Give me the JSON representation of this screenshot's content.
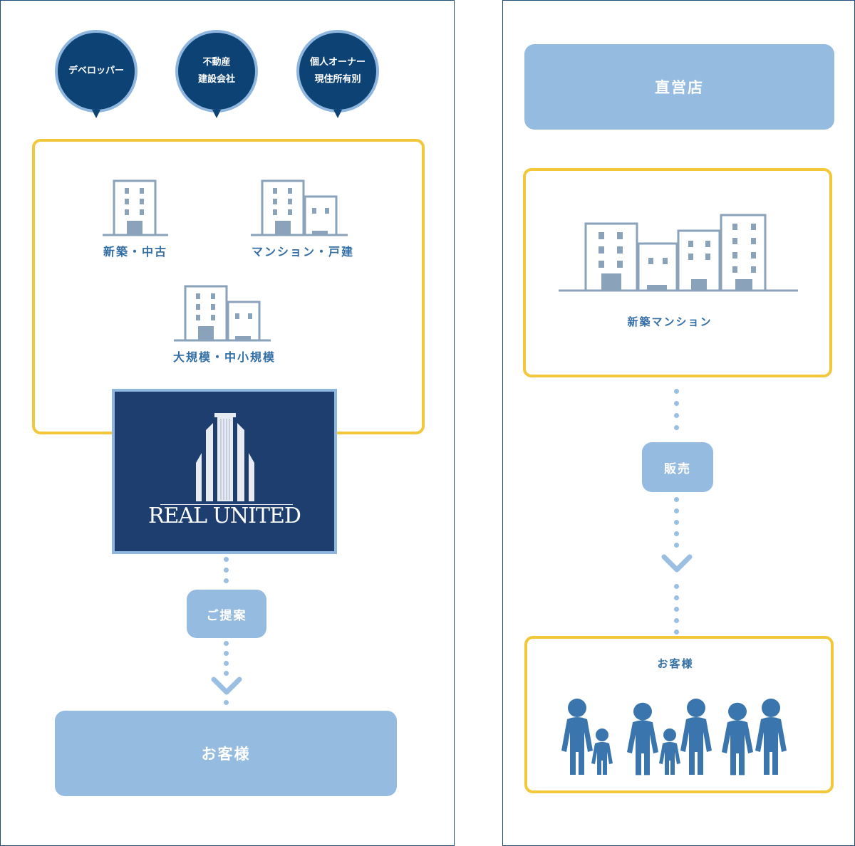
{
  "left": {
    "bubbles": [
      {
        "lines": [
          "デベロッパー"
        ]
      },
      {
        "lines": [
          "不動産",
          "建設会社"
        ]
      },
      {
        "lines": [
          "個人オーナー",
          "現住所有別"
        ]
      }
    ],
    "categories": [
      "新築・中古",
      "マンション・戸建",
      "大規模・中小規模"
    ],
    "logo_text": "REAL UNITED",
    "proposal_label": "ご提案",
    "customer_label": "お客様"
  },
  "right": {
    "direct_store_label": "直営店",
    "new_mansion_label": "新築マンション",
    "sales_label": "販売",
    "customer_label": "お客様"
  },
  "colors": {
    "navy": "#0d4275",
    "logo_bg": "#1d3e6f",
    "light_blue": "#95bbe0",
    "yellow": "#f2c83a",
    "building": "#8aa3ba",
    "people": "#3a76ad"
  }
}
